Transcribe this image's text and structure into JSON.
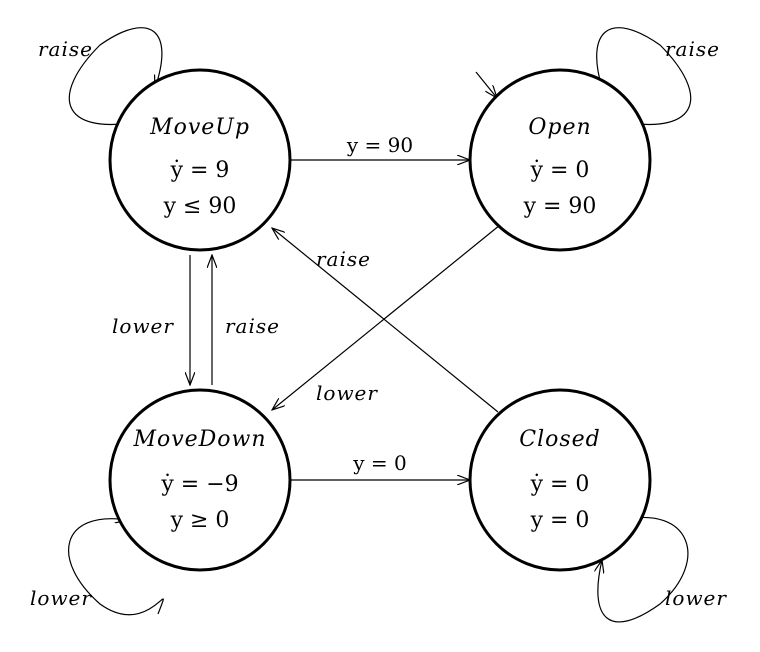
{
  "states": {
    "move_up": {
      "name": "MoveUp",
      "flow": "ẏ = 9",
      "invariant": "y ≤ 90"
    },
    "open": {
      "name": "Open",
      "flow": "ẏ = 0",
      "invariant": "y = 90"
    },
    "move_down": {
      "name": "MoveDown",
      "flow": "ẏ = −9",
      "invariant": "y ≥ 0"
    },
    "closed": {
      "name": "Closed",
      "flow": "ẏ = 0",
      "invariant": "y = 0"
    }
  },
  "transitions": {
    "moveup_self": "raise",
    "open_self": "raise",
    "movedown_self": "lower",
    "closed_self": "lower",
    "moveup_to_open": "y = 90",
    "movedown_to_closed": "y = 0",
    "moveup_to_movedown": "lower",
    "movedown_to_moveup": "raise",
    "closed_to_moveup": "raise",
    "open_to_movedown": "lower"
  },
  "initial_state": "open"
}
